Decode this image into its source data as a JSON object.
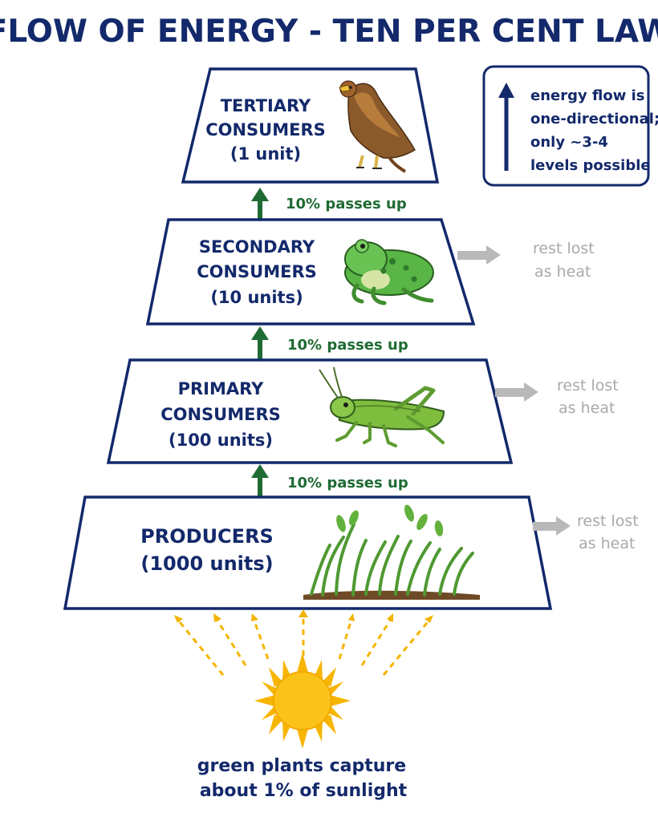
{
  "title": "FLOW OF ENERGY - TEN PER CENT LAW",
  "levels": [
    {
      "line1": "TERTIARY",
      "line2": "CONSUMERS",
      "line3": "(1 unit)",
      "icon": "eagle-icon"
    },
    {
      "line1": "SECONDARY",
      "line2": "CONSUMERS",
      "line3": "(10 units)",
      "icon": "frog-icon"
    },
    {
      "line1": "PRIMARY",
      "line2": "CONSUMERS",
      "line3": "(100 units)",
      "icon": "grasshopper-icon"
    },
    {
      "line1": "PRODUCERS",
      "line2": "(1000 units)",
      "icon": "grass-icon"
    }
  ],
  "passes": [
    "10% passes up",
    "10% passes up",
    "10% passes up"
  ],
  "heat_loss": [
    {
      "line1": "rest lost",
      "line2": "as heat"
    },
    {
      "line1": "rest lost",
      "line2": "as heat"
    },
    {
      "line1": "rest lost",
      "line2": "as heat"
    }
  ],
  "note": {
    "line1": "energy flow is",
    "line2": "one-directional;",
    "line3": "only ~3-4",
    "line4": "levels possible",
    "icon": "up-arrow-icon"
  },
  "caption": {
    "line1": "green plants capture",
    "line2": "about 1% of sunlight"
  },
  "sun_icon": "sun-icon",
  "colors": {
    "navy": "#13296b",
    "green_arrow": "#1f6b34",
    "heat_gray": "#a9a9a9",
    "sun": "#f7b500",
    "ray": "#f4b400"
  }
}
